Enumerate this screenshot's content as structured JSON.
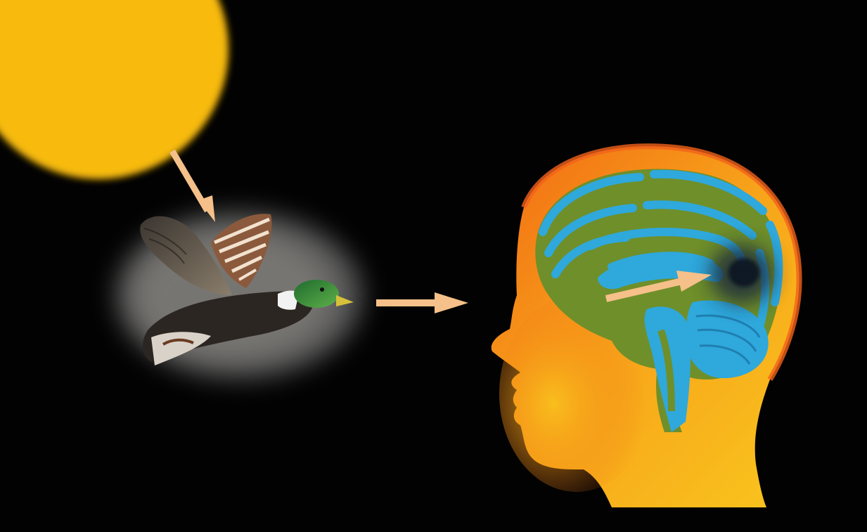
{
  "diagram": {
    "background_color": "#020202",
    "elements": [
      {
        "id": "sun",
        "kind": "sun-disc",
        "color": "#F7BA0B"
      },
      {
        "id": "duck",
        "kind": "flying-mallard-duck",
        "halo_color": "#FFFFFF"
      },
      {
        "id": "head",
        "kind": "human-head-sagittal-section",
        "skin_gradient": [
          "#F26A14",
          "#F7A41A",
          "#F9C21D"
        ],
        "brain_fold_color": "#2FA8DC",
        "brain_tissue_color": "#6F8F2A"
      },
      {
        "id": "pineal-region",
        "kind": "dark-spot-in-brain",
        "color": "#1E2A3A"
      }
    ],
    "arrows": [
      {
        "id": "sun-to-duck",
        "from": "sun",
        "to": "duck",
        "color": "#F5C089"
      },
      {
        "id": "duck-to-head",
        "from": "duck",
        "to": "head",
        "color": "#F5C089"
      },
      {
        "id": "eye-to-brain-center",
        "from": "head",
        "to": "pineal-region",
        "color": "#F5C089"
      }
    ]
  }
}
